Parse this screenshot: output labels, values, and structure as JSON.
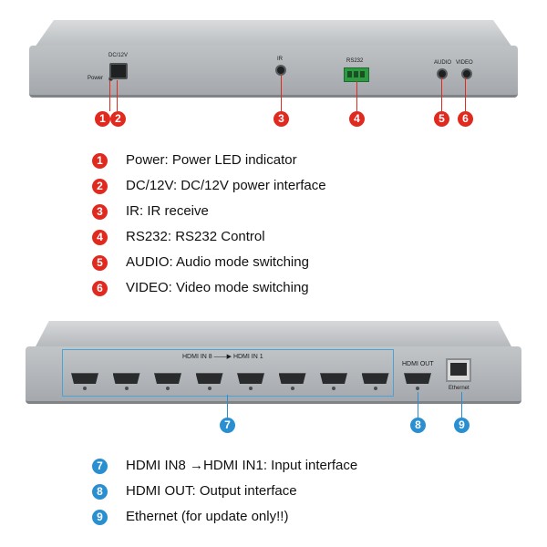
{
  "top_panel": {
    "labels": {
      "power": "Power",
      "dc12v": "DC/12V",
      "ir": "IR",
      "rs232": "RS232",
      "audio": "AUDIO",
      "video": "VIDEO"
    }
  },
  "bottom_panel": {
    "labels": {
      "hdmi_in_range": "HDMI IN 8 ——▶ HDMI IN 1",
      "hdmi_out": "HDMI OUT",
      "ethernet": "Ethernet"
    },
    "hdmi_in_count": 8
  },
  "markers": [
    "1",
    "2",
    "3",
    "4",
    "5",
    "6",
    "7",
    "8",
    "9"
  ],
  "legend_top": [
    {
      "num": "1",
      "text": "Power: Power LED indicator"
    },
    {
      "num": "2",
      "text": "DC/12V: DC/12V power interface"
    },
    {
      "num": "3",
      "text": "IR: IR receive"
    },
    {
      "num": "4",
      "text": "RS232: RS232 Control"
    },
    {
      "num": "5",
      "text": "AUDIO: Audio mode switching"
    },
    {
      "num": "6",
      "text": "VIDEO: Video mode switching"
    }
  ],
  "legend_bottom": [
    {
      "num": "7",
      "text": "HDMI IN8 →HDMI IN1: Input interface"
    },
    {
      "num": "8",
      "text": "HDMI OUT: Output interface"
    },
    {
      "num": "9",
      "text": "Ethernet (for update only!!)"
    }
  ],
  "colors": {
    "marker_red": "#e02a1f",
    "marker_blue": "#2a8fd1",
    "device_gray": "#b0b3b6"
  }
}
